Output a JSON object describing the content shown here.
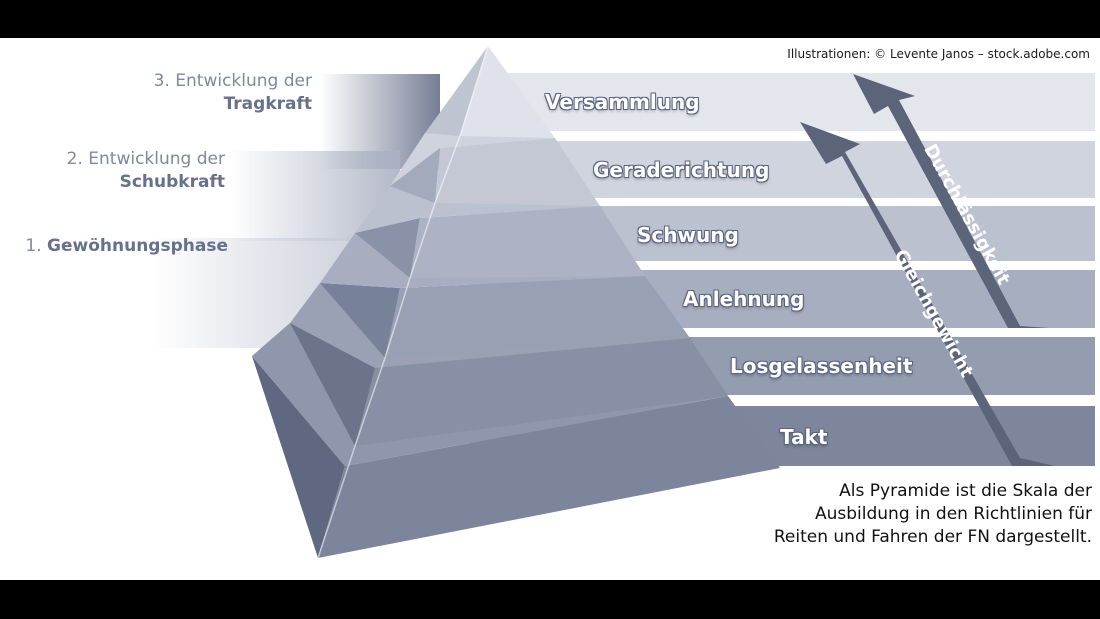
{
  "credit": "Illustrationen: © Levente Janos – stock.adobe.com",
  "phases": {
    "phase3_line1": "3. Entwicklung der",
    "phase3_line2": "Tragkraft",
    "phase2_line1": "2. Entwicklung der",
    "phase2_line2": "Schubkraft",
    "phase1_num": "1. ",
    "phase1_bold": "Gewöhnungsphase"
  },
  "levels": {
    "versammlung": "Versammlung",
    "geraderichtung": "Geraderichtung",
    "schwung": "Schwung",
    "anlehnung": "Anlehnung",
    "losgelassenheit": "Losgelassenheit",
    "takt": "Takt"
  },
  "arrows": {
    "durchlaessigkeit": "Durchlässigkeit",
    "gleichgewicht": "Gleichgewicht"
  },
  "caption": {
    "line1": "Als Pyramide ist die Skala der",
    "line2": "Ausbildung in den Richtlinien für",
    "line3": "Reiten und Fahren der FN dargestellt."
  },
  "colors": {
    "band_top": "#e4e6ee",
    "band_bottom": "#7d869c",
    "arrow": "#5c6479",
    "phase_text": "#7f889c"
  }
}
